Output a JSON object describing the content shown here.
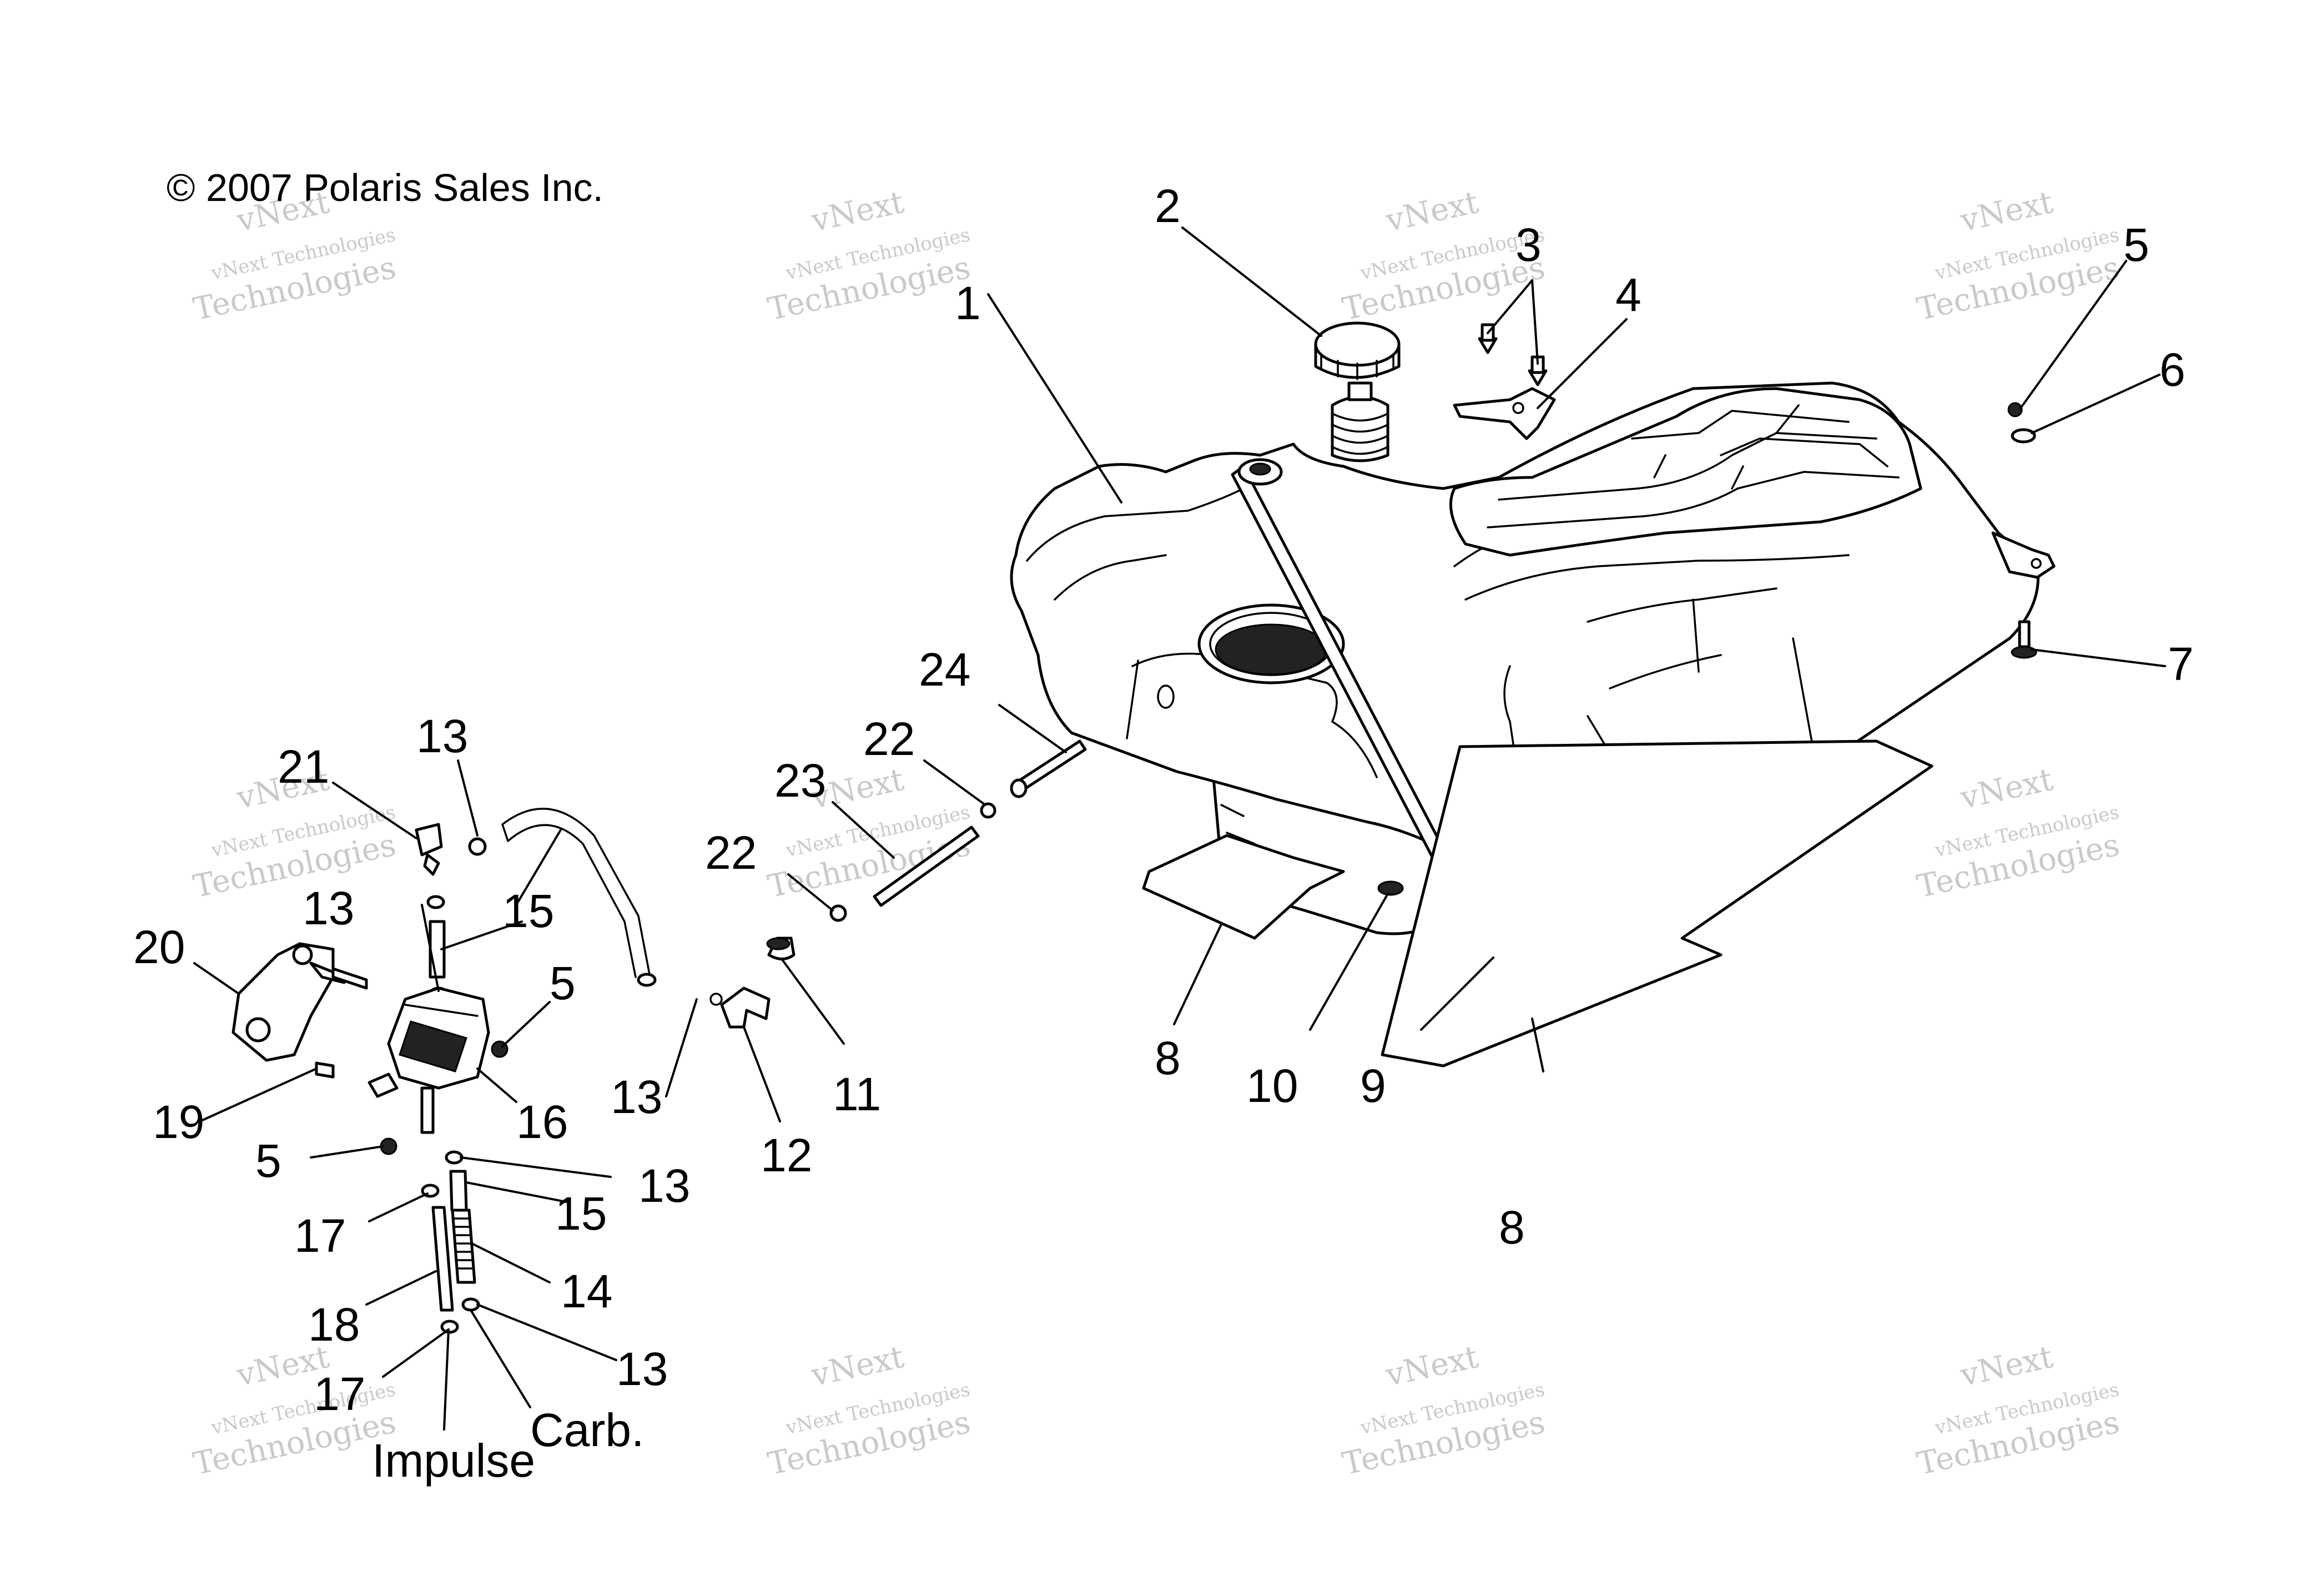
{
  "copyright": "© 2007 Polaris Sales Inc.",
  "watermark": {
    "line1": "vNext",
    "line2": "vNext Technologies",
    "line3": "Technologies"
  },
  "callouts": {
    "c1": "1",
    "c2": "2",
    "c3": "3",
    "c4": "4",
    "c5a": "5",
    "c5b": "5",
    "c5c": "5",
    "c6": "6",
    "c7": "7",
    "c8a": "8",
    "c8b": "8",
    "c9": "9",
    "c10": "10",
    "c11": "11",
    "c12": "12",
    "c13a": "13",
    "c13b": "13",
    "c13c": "13",
    "c13d": "13",
    "c13e": "13",
    "c14": "14",
    "c15a": "15",
    "c15b": "15",
    "c16": "16",
    "c17a": "17",
    "c17b": "17",
    "c18": "18",
    "c19": "19",
    "c20": "20",
    "c21": "21",
    "c22a": "22",
    "c22b": "22",
    "c23": "23",
    "c24": "24"
  },
  "hose_labels": {
    "impulse": "Impulse",
    "carb": "Carb."
  }
}
